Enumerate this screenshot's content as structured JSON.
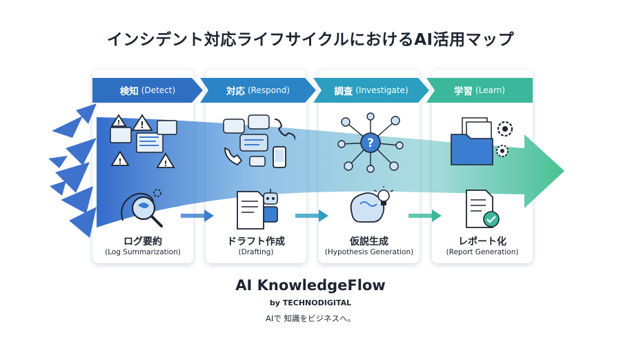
{
  "title": "インシデント対応ライフサイクルにおけるAI活用マップ",
  "colors": {
    "detect": "#2f6fc2",
    "respond": "#2b84c6",
    "investigate": "#2c9ec0",
    "learn": "#3bb89c",
    "ink": "#1c2430"
  },
  "stages": [
    {
      "jp": "検知",
      "en": "(Detect)",
      "task_jp": "ログ要約",
      "task_en": "(Log Summarization)",
      "top_icon": "alert-screens-icon",
      "bottom_icon": "brain-magnifier-icon"
    },
    {
      "jp": "対応",
      "en": "(Respond)",
      "task_jp": "ドラフト作成",
      "task_en": "(Drafting)",
      "top_icon": "chat-phone-icon",
      "bottom_icon": "robot-document-icon"
    },
    {
      "jp": "調査",
      "en": "(Investigate)",
      "task_jp": "仮説生成",
      "task_en": "(Hypothesis Generation)",
      "top_icon": "question-network-icon",
      "bottom_icon": "brain-lightbulb-icon"
    },
    {
      "jp": "学習",
      "en": "(Learn)",
      "task_jp": "レポート化",
      "task_en": "(Report Generation)",
      "top_icon": "folder-gears-icon",
      "bottom_icon": "report-check-icon"
    }
  ],
  "footer": {
    "brand": "AI KnowledgeFlow",
    "by": "by TECHNODIGITAL",
    "tagline": "AIで 知識をビジネスへ。"
  }
}
